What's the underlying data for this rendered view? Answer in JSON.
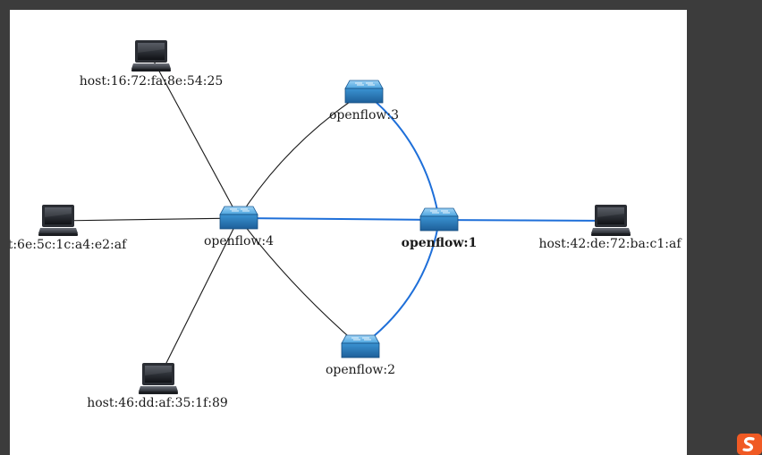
{
  "topology": {
    "nodes": [
      {
        "id": "host-a",
        "type": "host",
        "label": "host:16:72:fa:8e:54:25",
        "bold": false
      },
      {
        "id": "host-b",
        "type": "host",
        "label": "t:6e:5c:1c:a4:e2:af",
        "bold": false
      },
      {
        "id": "host-c",
        "type": "host",
        "label": "host:46:dd:af:35:1f:89",
        "bold": false
      },
      {
        "id": "host-d",
        "type": "host",
        "label": "host:42:de:72:ba:c1:af",
        "bold": false
      },
      {
        "id": "sw4",
        "type": "switch",
        "label": "openflow:4",
        "bold": false
      },
      {
        "id": "sw3",
        "type": "switch",
        "label": "openflow:3",
        "bold": false
      },
      {
        "id": "sw1",
        "type": "switch",
        "label": "openflow:1",
        "bold": true
      },
      {
        "id": "sw2",
        "type": "switch",
        "label": "openflow:2",
        "bold": false
      }
    ],
    "links": [
      {
        "from": "host-a",
        "to": "sw4",
        "highlighted": false
      },
      {
        "from": "host-b",
        "to": "sw4",
        "highlighted": false
      },
      {
        "from": "host-c",
        "to": "sw4",
        "highlighted": false
      },
      {
        "from": "sw4",
        "to": "sw3",
        "highlighted": false
      },
      {
        "from": "sw4",
        "to": "sw2",
        "highlighted": false
      },
      {
        "from": "sw4",
        "to": "sw1",
        "highlighted": true
      },
      {
        "from": "sw3",
        "to": "sw1",
        "highlighted": true
      },
      {
        "from": "sw2",
        "to": "sw1",
        "highlighted": true
      },
      {
        "from": "sw1",
        "to": "host-d",
        "highlighted": true
      }
    ]
  },
  "colors": {
    "canvas_background": "#ffffff",
    "page_background": "#3c3c3c",
    "link_default": "#1a1a1a",
    "link_highlight": "#1e6fd9",
    "switch_blue": "#2f86c8",
    "host_dark": "#2a2d33",
    "corner_logo": "#f05a24"
  },
  "icons": {
    "host": "laptop-icon",
    "switch": "network-switch-icon",
    "corner": "sogou-input-logo-icon"
  }
}
